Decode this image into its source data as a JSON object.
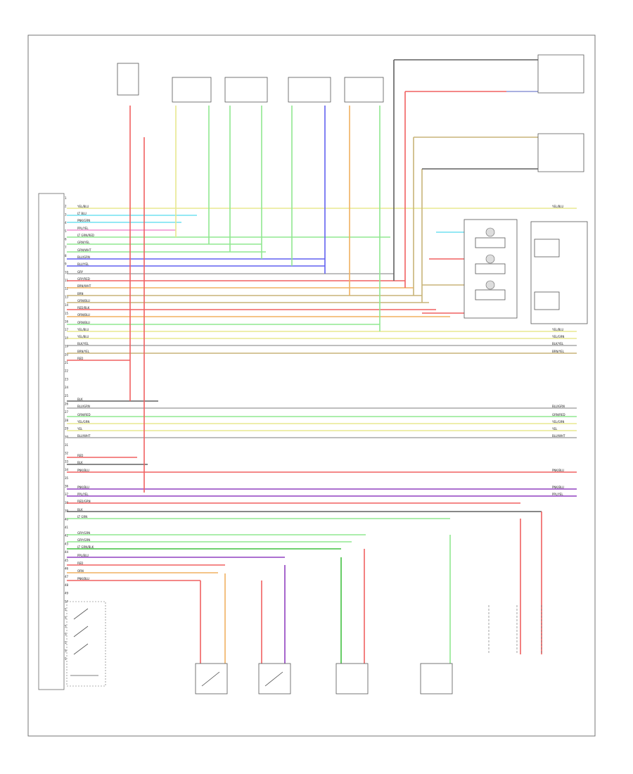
{
  "diagram": {
    "page_tag": "",
    "colors": {
      "white": "#c8c8c8",
      "yellow": "#e8e890",
      "lt_green": "#90e890",
      "cyan": "#70e0f0",
      "pink": "#f090d0",
      "green": "#40c040",
      "blue": "#6060f0",
      "gray": "#a8a8a8",
      "red": "#f06060",
      "orange": "#f0b060",
      "violet": "#9040c0",
      "tan": "#c8b478",
      "black": "#606060",
      "lt_blue": "#90b0f0"
    },
    "connector_pins": [
      "1",
      "2",
      "3",
      "4",
      "5",
      "6",
      "7",
      "8",
      "9",
      "10",
      "11",
      "12",
      "13",
      "14",
      "15",
      "16",
      "17",
      "18",
      "19",
      "20",
      "21",
      "22",
      "23",
      "24",
      "25",
      "26",
      "27",
      "28",
      "29",
      "30",
      "31",
      "32",
      "33",
      "34",
      "35",
      "36",
      "37",
      "38",
      "39",
      "40",
      "41",
      "42",
      "43",
      "44",
      "45",
      "46",
      "47",
      "48",
      "49",
      "50",
      "51",
      "52",
      "53",
      "54",
      "55",
      "56",
      "57"
    ],
    "wires": [
      {
        "color": "yellow",
        "label": "YEL/BLU",
        "right_label": "YEL/BLU"
      },
      {
        "color": "cyan",
        "label": "LT BLU",
        "right_label": ""
      },
      {
        "color": "cyan",
        "label": "PNK/GRN",
        "right_label": ""
      },
      {
        "color": "pink",
        "label": "PPL/YEL",
        "right_label": ""
      },
      {
        "color": "lt_green",
        "label": "LT GRN/RED",
        "right_label": ""
      },
      {
        "color": "lt_green",
        "label": "GRN/YEL",
        "right_label": ""
      },
      {
        "color": "lt_green",
        "label": "GRN/WHT",
        "right_label": ""
      },
      {
        "color": "blue",
        "label": "BLU/GRN",
        "right_label": ""
      },
      {
        "color": "blue",
        "label": "BLU/YEL",
        "right_label": ""
      },
      {
        "color": "gray",
        "label": "GRY",
        "right_label": ""
      },
      {
        "color": "red",
        "label": "GRY/RED",
        "right_label": ""
      },
      {
        "color": "orange",
        "label": "BRN/WHT",
        "right_label": ""
      },
      {
        "color": "tan",
        "label": "BRN",
        "right_label": ""
      },
      {
        "color": "tan",
        "label": "GRN/BLU",
        "right_label": ""
      },
      {
        "color": "red",
        "label": "RED/BLK",
        "right_label": ""
      },
      {
        "color": "orange",
        "label": "ORN/BLU",
        "right_label": ""
      },
      {
        "color": "lt_green",
        "label": "ORN/BLU",
        "right_label": ""
      },
      {
        "color": "yellow",
        "label": "YEL/BLU",
        "right_label": "YEL/BLU"
      },
      {
        "color": "yellow",
        "label": "YEL/BLU",
        "right_label": "YEL/GRN"
      },
      {
        "color": "gray",
        "label": "BLK/YEL",
        "right_label": "BLK/YEL"
      },
      {
        "color": "tan",
        "label": "BRN/YEL",
        "right_label": "BRN/YEL"
      },
      {
        "color": "red",
        "label": "RED",
        "right_label": ""
      },
      {
        "color": "black",
        "label": "BLK",
        "right_label": ""
      },
      {
        "color": "gray",
        "label": "BLU/GRN",
        "right_label": "BLU/GRN"
      },
      {
        "color": "lt_green",
        "label": "GRN/RED",
        "right_label": "GRN/RED"
      },
      {
        "color": "yellow",
        "label": "YEL/GRN",
        "right_label": "YEL/GRN"
      },
      {
        "color": "yellow",
        "label": "YEL",
        "right_label": "YEL"
      },
      {
        "color": "gray",
        "label": "BLU/WHT",
        "right_label": "BLU/WHT"
      },
      {
        "color": "red",
        "label": "RED",
        "right_label": ""
      },
      {
        "color": "black",
        "label": "BLK",
        "right_label": ""
      },
      {
        "color": "red",
        "label": "PNK/BLU",
        "right_label": "PNK/BLU"
      },
      {
        "color": "violet",
        "label": "PNK/BLU",
        "right_label": "PNK/BLU"
      },
      {
        "color": "violet",
        "label": "PPL/YEL",
        "right_label": "PPL/YEL"
      },
      {
        "color": "red",
        "label": "RED/GRN",
        "right_label": ""
      },
      {
        "color": "black",
        "label": "BLK",
        "right_label": ""
      },
      {
        "color": "lt_green",
        "label": "LT GRN",
        "right_label": ""
      },
      {
        "color": "lt_green",
        "label": "GRY/GRN",
        "right_label": ""
      },
      {
        "color": "lt_green",
        "label": "GRY/GRN",
        "right_label": ""
      },
      {
        "color": "green",
        "label": "LT GRN/BLK",
        "right_label": ""
      },
      {
        "color": "violet",
        "label": "PPL/BLU",
        "right_label": ""
      },
      {
        "color": "red",
        "label": "RED",
        "right_label": ""
      },
      {
        "color": "orange",
        "label": "ORN",
        "right_label": ""
      },
      {
        "color": "red",
        "label": "PNK/BLU",
        "right_label": ""
      }
    ],
    "top_devices": [
      {
        "title": "",
        "label": ""
      },
      {
        "title": "",
        "label": ""
      },
      {
        "title": "",
        "label": ""
      },
      {
        "title": "",
        "label": ""
      }
    ],
    "sensor_ring_labels": [
      "",
      "",
      ""
    ],
    "right_modules": [
      {
        "title": "",
        "label": ""
      },
      {
        "title": "",
        "label": ""
      },
      {
        "title": "",
        "label": ""
      }
    ],
    "bottom_devices": [
      {
        "title": ""
      },
      {
        "title": ""
      },
      {
        "title": ""
      },
      {
        "title": ""
      }
    ],
    "right_bottom_label": "",
    "left_module_label": "",
    "left_switch_label": "",
    "note_row_a": "",
    "note_row_b": ""
  }
}
